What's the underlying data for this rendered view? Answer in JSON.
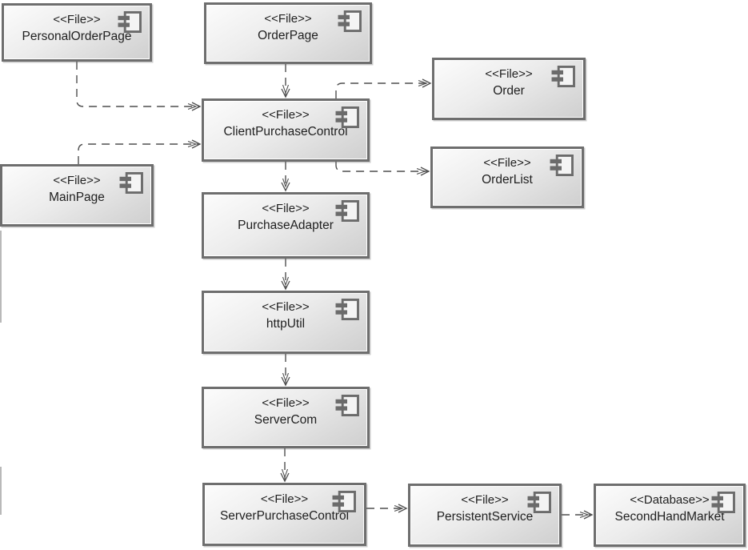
{
  "diagram": {
    "kind": "uml-component-diagram",
    "nodes": [
      {
        "id": "PersonalOrderPage",
        "stereotype": "<<File>>",
        "name": "PersonalOrderPage"
      },
      {
        "id": "OrderPage",
        "stereotype": "<<File>>",
        "name": "OrderPage"
      },
      {
        "id": "ClientPurchaseControl",
        "stereotype": "<<File>>",
        "name": "ClientPurchaseControl"
      },
      {
        "id": "Order",
        "stereotype": "<<File>>",
        "name": "Order"
      },
      {
        "id": "OrderList",
        "stereotype": "<<File>>",
        "name": "OrderList"
      },
      {
        "id": "MainPage",
        "stereotype": "<<File>>",
        "name": "MainPage"
      },
      {
        "id": "PurchaseAdapter",
        "stereotype": "<<File>>",
        "name": "PurchaseAdapter"
      },
      {
        "id": "httpUtil",
        "stereotype": "<<File>>",
        "name": "httpUtil"
      },
      {
        "id": "ServerCom",
        "stereotype": "<<File>>",
        "name": "ServerCom"
      },
      {
        "id": "ServerPurchaseControl",
        "stereotype": "<<File>>",
        "name": "ServerPurchaseControl"
      },
      {
        "id": "PersistentService",
        "stereotype": "<<File>>",
        "name": "PersistentService"
      },
      {
        "id": "SecondHandMarket",
        "stereotype": "<<Database>>",
        "name": "SecondHandMarket"
      }
    ],
    "edges": [
      {
        "from": "OrderPage",
        "to": "ClientPurchaseControl",
        "style": "dashed",
        "arrow": "open"
      },
      {
        "from": "PersonalOrderPage",
        "to": "ClientPurchaseControl",
        "style": "dashed",
        "arrow": "open"
      },
      {
        "from": "MainPage",
        "to": "ClientPurchaseControl",
        "style": "dashed",
        "arrow": "open"
      },
      {
        "from": "ClientPurchaseControl",
        "to": "Order",
        "style": "dashed",
        "arrow": "open"
      },
      {
        "from": "ClientPurchaseControl",
        "to": "OrderList",
        "style": "dashed",
        "arrow": "open"
      },
      {
        "from": "ClientPurchaseControl",
        "to": "PurchaseAdapter",
        "style": "dashed",
        "arrow": "open"
      },
      {
        "from": "PurchaseAdapter",
        "to": "httpUtil",
        "style": "dashed",
        "arrow": "open"
      },
      {
        "from": "httpUtil",
        "to": "ServerCom",
        "style": "dashed",
        "arrow": "open"
      },
      {
        "from": "ServerCom",
        "to": "ServerPurchaseControl",
        "style": "dashed",
        "arrow": "open"
      },
      {
        "from": "ServerPurchaseControl",
        "to": "PersistentService",
        "style": "dashed",
        "arrow": "open"
      },
      {
        "from": "PersistentService",
        "to": "SecondHandMarket",
        "style": "dashed",
        "arrow": "open"
      }
    ],
    "colors": {
      "node_border": "#6e6e6e",
      "node_fill_top": "#fcfcfc",
      "node_fill_bottom": "#cfcfcf",
      "edge": "#4f4f4f",
      "text": "#1f1f1f"
    }
  }
}
